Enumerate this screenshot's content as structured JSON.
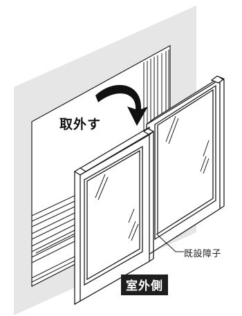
{
  "labels": {
    "remove_action": "取外す",
    "existing_shoji": "既設障子",
    "outdoor_side": "室外側"
  },
  "colors": {
    "wall": "#e6e6e6",
    "outline": "#1a1a1a",
    "arrow": "#111111",
    "tag_bg": "#1e1e1e",
    "tag_text": "#ffffff"
  }
}
